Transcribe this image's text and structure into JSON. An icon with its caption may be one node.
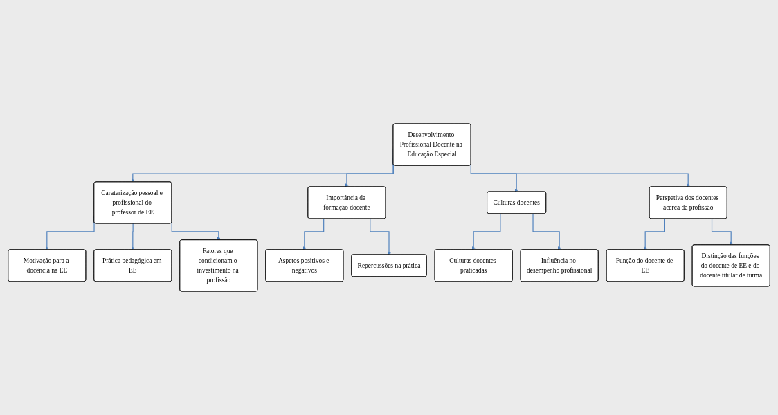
{
  "diagram": {
    "nodes": [
      {
        "text": [
          "Desenvolvimento Profissional Docente na Educação Especial"
        ]
      },
      {
        "text": [
          "Caraterização pessoal e profissional do professor de EE"
        ]
      },
      {
        "text": [
          "Importância da formação docente"
        ]
      },
      {
        "text": [
          "Culturas docentes"
        ]
      },
      {
        "text": [
          "Perspetiva dos docentes acerca da profissão"
        ]
      },
      {
        "text": [
          "Motivação para a docência na EE"
        ]
      },
      {
        "text": [
          "Prática pedagógica em EE"
        ]
      },
      {
        "text": [
          "Fatores que condicionam o investimento na profissão"
        ]
      },
      {
        "text": [
          "Aspetos positivos e negativos"
        ]
      },
      {
        "text": [
          "Repercussões na prática"
        ]
      },
      {
        "text": [
          "Culturas docentes praticadas"
        ]
      },
      {
        "text": [
          "Influência no desempenho profissional"
        ]
      },
      {
        "text": [
          "Função do docente de EE"
        ]
      },
      {
        "text": [
          "Distinção das funções do docente de EE e do docente titular de turma"
        ]
      }
    ],
    "edges": [
      {
        "from": 0,
        "to": 1,
        "arrow": "to"
      },
      {
        "from": 0,
        "to": 2,
        "arrow": "to"
      },
      {
        "from": 0,
        "to": 3,
        "arrow": "to"
      },
      {
        "from": 0,
        "to": 4,
        "arrow": "to"
      },
      {
        "from": 1,
        "to": 5,
        "arrow": "to"
      },
      {
        "from": 1,
        "to": 6,
        "arrow": "to"
      },
      {
        "from": 1,
        "to": 7,
        "arrow": "to"
      },
      {
        "from": 2,
        "to": 8,
        "arrow": "to"
      },
      {
        "from": 2,
        "to": 9,
        "arrow": "to"
      },
      {
        "from": 3,
        "to": 10,
        "arrow": "to"
      },
      {
        "from": 3,
        "to": 11,
        "arrow": "to"
      },
      {
        "from": 4,
        "to": 12,
        "arrow": "to"
      },
      {
        "from": 4,
        "to": 13,
        "arrow": "to"
      }
    ]
  }
}
